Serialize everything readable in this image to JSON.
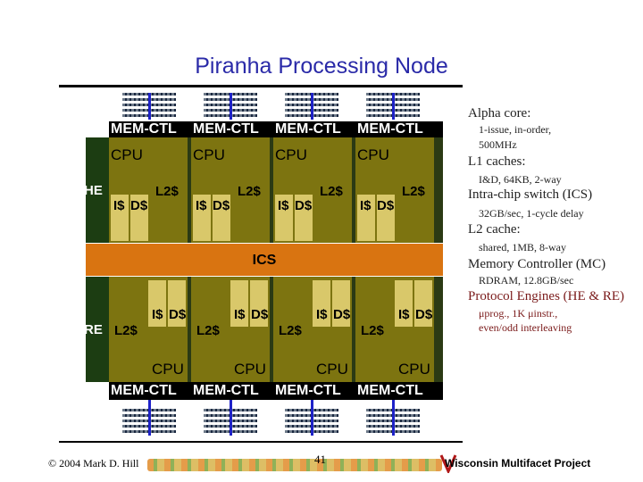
{
  "title": "Piranha Processing Node",
  "node": {
    "mem_ctl_label": "MEM-CTL",
    "cpu_label": "CPU",
    "l2_label": "L2$",
    "icache_label": "I$",
    "dcache_label": "D$",
    "ics_label": "ICS",
    "he_label": "HE",
    "re_label": "RE"
  },
  "sidebar": {
    "items": [
      {
        "heading": "Alpha core:",
        "detail": "1-issue, in-order,",
        "detail2": "500MHz"
      },
      {
        "heading": "L1 caches:",
        "detail": "I&D, 64KB, 2-way"
      },
      {
        "heading": "Intra-chip switch (ICS)",
        "detail": "32GB/sec, 1-cycle delay"
      },
      {
        "heading": "L2 cache:",
        "detail": "shared, 1MB, 8-way"
      },
      {
        "heading": "Memory Controller (MC)",
        "detail": "RDRAM, 12.8GB/sec"
      },
      {
        "heading": "Protocol Engines (HE & RE)",
        "detail": "μprog., 1K μinstr.,",
        "detail2": "even/odd interleaving"
      }
    ]
  },
  "footer": {
    "copyright": "© 2004 Mark D. Hill",
    "page_number": "41",
    "project": "Wisconsin Multifacet Project"
  },
  "colors": {
    "title": "#2a2aa8",
    "ics": "#d97411",
    "cache": "#d9c86a",
    "l2": "#7d7410",
    "protocol_engine": "#1c3d12",
    "protocol_highlight": "#7a1a1a"
  }
}
